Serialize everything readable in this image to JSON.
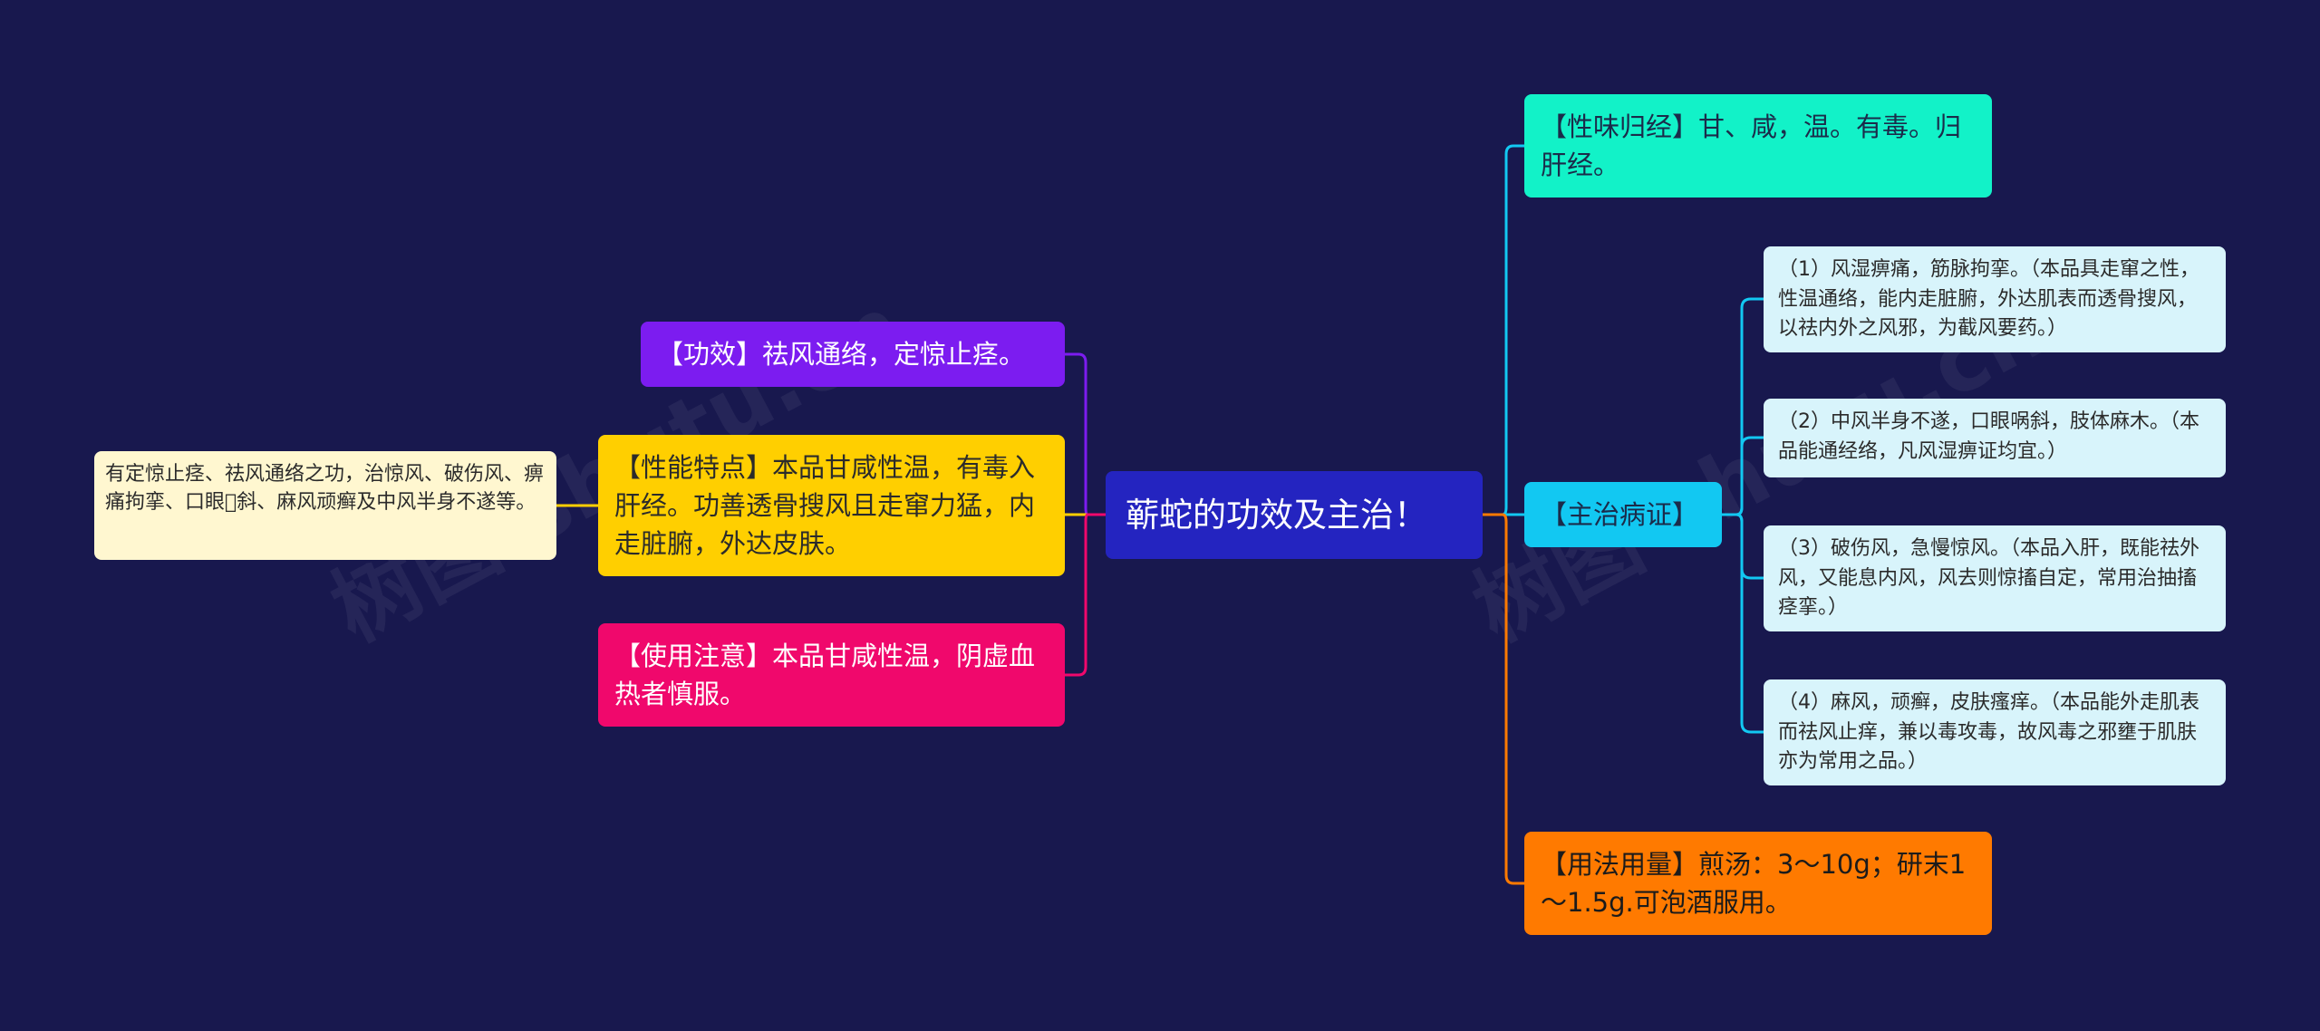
{
  "root": {
    "title": "蕲蛇的功效及主治！"
  },
  "left_branches": [
    {
      "id": "gongxiao",
      "text": "【功效】祛风通络，定惊止痉。",
      "color": "#7c1cf0"
    },
    {
      "id": "xingneng",
      "text": "【性能特点】本品甘咸性温，有毒入肝经。功善透骨搜风且走窜力猛，内走脏腑，外达皮肤。",
      "color": "#ffcf00"
    },
    {
      "id": "zhuyi",
      "text": "【使用注意】本品甘咸性温，阴虚血热者慎服。",
      "color": "#f0086c"
    }
  ],
  "left_note": {
    "text": "有定惊止痉、祛风通络之功，治惊风、破伤风、痹痛拘挛、口眼\u0000斜、麻风顽癣及中风半身不遂等。"
  },
  "right_branches": [
    {
      "id": "xingwei",
      "text": "【性味归经】甘、咸，温。有毒。归肝经。",
      "color": "#12f2c8"
    },
    {
      "id": "zhuzhi",
      "text": "【主治病证】",
      "color": "#12c8f2"
    },
    {
      "id": "yongfa",
      "text": "【用法用量】煎汤：3～10g；研末1～1.5g.可泡酒服用。",
      "color": "#ff7a00"
    }
  ],
  "zhuzhi_items": [
    {
      "text": "（1）风湿痹痛，筋脉拘挛。（本品具走窜之性，性温通络，能内走脏腑，外达肌表而透骨搜风，以祛内外之风邪，为截风要药。）"
    },
    {
      "text": "（2）中风半身不遂，口眼㖞斜，肢体麻木。（本品能通经络，凡风湿痹证均宜。）"
    },
    {
      "text": "（3）破伤风，急慢惊风。（本品入肝，既能祛外风，又能息内风，风去则惊搐自定，常用治抽搐痉挛。）"
    },
    {
      "text": "（4）麻风，顽癣，皮肤瘙痒。（本品能外走肌表而祛风止痒，兼以毒攻毒，故风毒之邪壅于肌肤亦为常用之品。）"
    }
  ],
  "watermark": {
    "text": "树图 shutu.cn"
  },
  "colors": {
    "background": "#18184e",
    "root": "#2424c0",
    "line_zhuzhi": "#12c8f2",
    "line_xingwei": "#12c8f2",
    "line_yongfa": "#ff7a00",
    "line_left_note": "#ffcf00"
  }
}
